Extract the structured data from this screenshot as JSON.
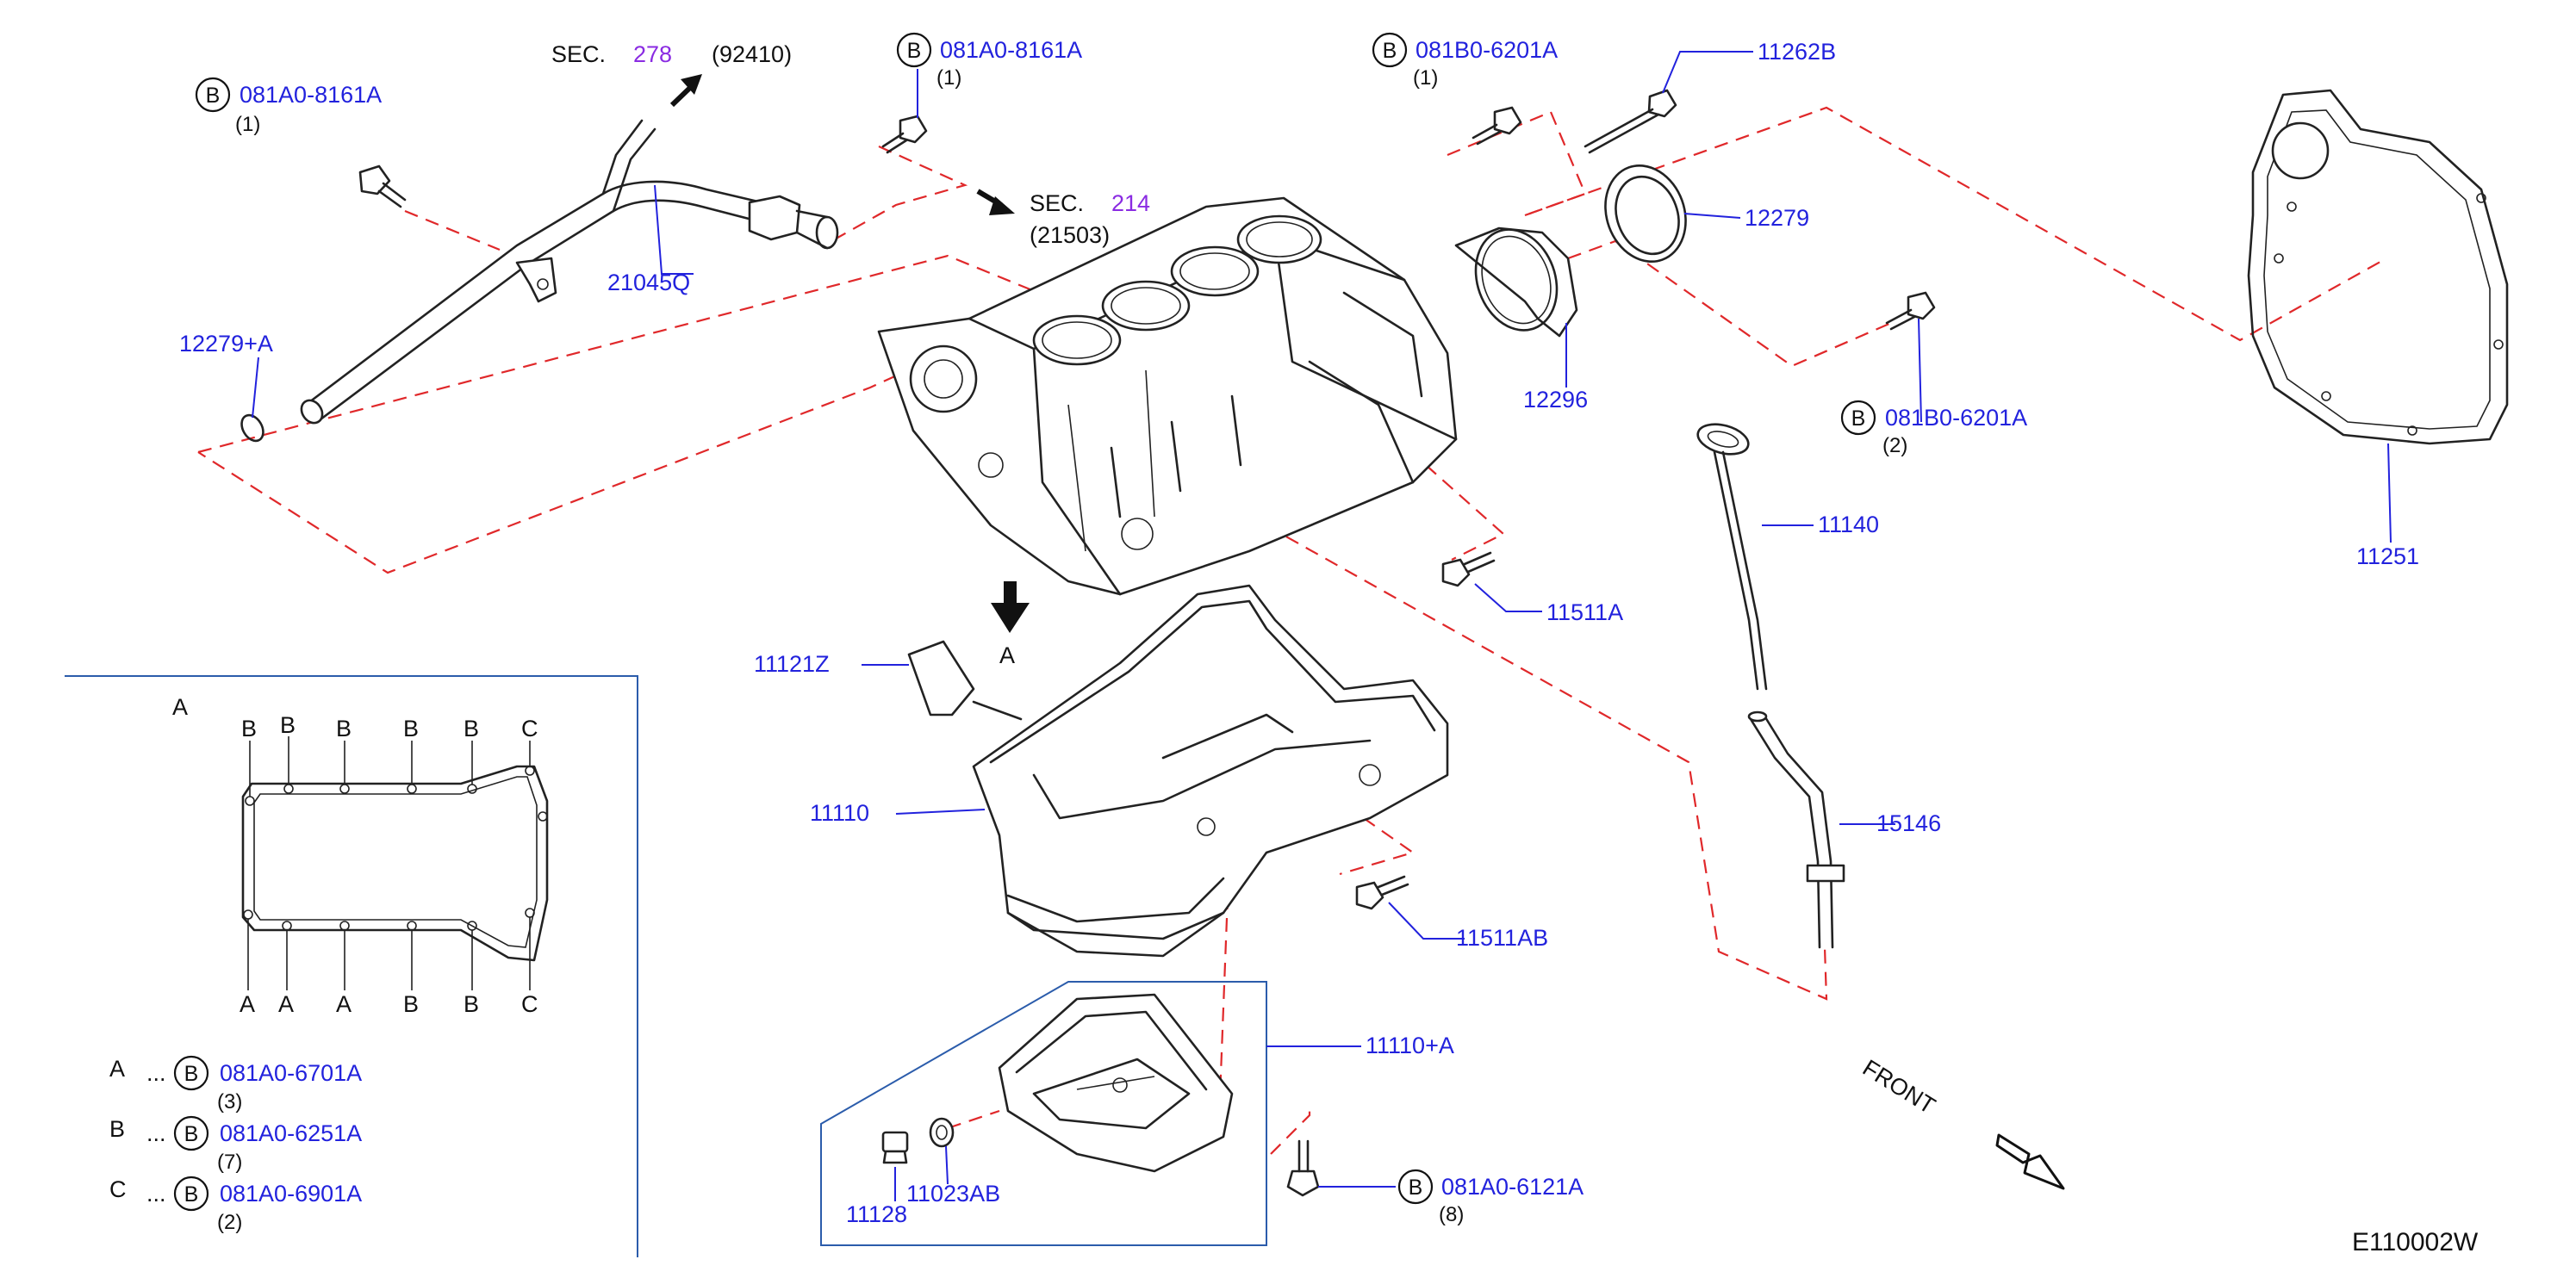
{
  "callouts": {
    "sec278": {
      "sec": "SEC.",
      "num": "278",
      "code": "(92410)"
    },
    "sec214": {
      "sec": "SEC.",
      "num": "214",
      "code": "(21503)"
    },
    "bolt_081A0_8161A_left": {
      "badge": "B",
      "part": "081A0-8161A",
      "qty": "(1)"
    },
    "bolt_081A0_8161A_top": {
      "badge": "B",
      "part": "081A0-8161A",
      "qty": "(1)"
    },
    "bolt_081B0_6201A_top": {
      "badge": "B",
      "part": "081B0-6201A",
      "qty": "(1)"
    },
    "bolt_081B0_6201A_right": {
      "badge": "B",
      "part": "081B0-6201A",
      "qty": "(2)"
    },
    "bolt_081A0_6121A": {
      "badge": "B",
      "part": "081A0-6121A",
      "qty": "(8)"
    }
  },
  "parts": {
    "p21045Q": "21045Q",
    "p12279A": "12279+A",
    "p11262B": "11262B",
    "p12279": "12279",
    "p12296": "12296",
    "p11140": "11140",
    "p11251": "11251",
    "p11511A": "11511A",
    "p11121Z": "11121Z",
    "p11110": "11110",
    "p15146": "15146",
    "p11511AB": "11511AB",
    "p11110A": "11110+A",
    "p11128": "11128",
    "p11023AB": "11023AB"
  },
  "arrow_label_a": "A",
  "inset": {
    "title": "A",
    "top_labels": [
      "B",
      "B",
      "B",
      "B",
      "B",
      "C"
    ],
    "bottom_labels": [
      "A",
      "A",
      "A",
      "B",
      "B",
      "C"
    ]
  },
  "legend": [
    {
      "key": "A",
      "dots": "...",
      "badge": "B",
      "part": "081A0-6701A",
      "qty": "(3)"
    },
    {
      "key": "B",
      "dots": "...",
      "badge": "B",
      "part": "081A0-6251A",
      "qty": "(7)"
    },
    {
      "key": "C",
      "dots": "...",
      "badge": "B",
      "part": "081A0-6901A",
      "qty": "(2)"
    }
  ],
  "front_label": "FRONT",
  "diagram_code": "E110002W",
  "colors": {
    "part_text": "#2222dd",
    "sec_text": "#8a2be2",
    "dash_line": "#e0282a",
    "frame": "#2b5cab"
  }
}
